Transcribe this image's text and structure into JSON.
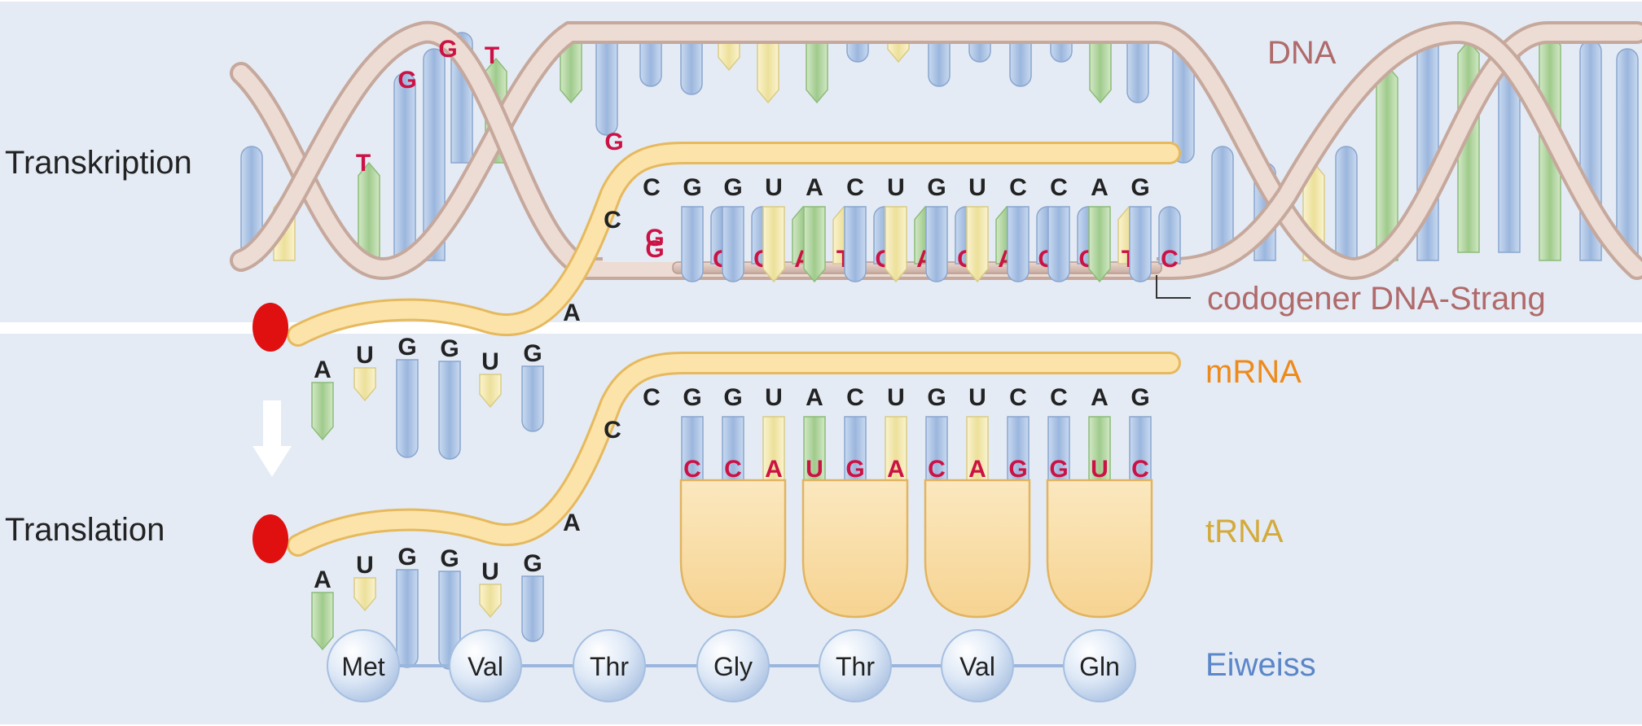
{
  "labels": {
    "transcription": "Transkription",
    "translation": "Translation",
    "dna": "DNA",
    "codogenic": "codogener DNA-Strang",
    "mrna": "mRNA",
    "trna": "tRNA",
    "protein": "Eiweiss"
  },
  "dna_top_loose": [
    "G",
    "G",
    "T",
    "T",
    "G"
  ],
  "transcription_mrna": {
    "bend": [
      "C",
      "G"
    ],
    "top": [
      "C",
      "G",
      "G",
      "U",
      "A",
      "C",
      "U",
      "G",
      "U",
      "C",
      "C",
      "A",
      "G"
    ],
    "left": [
      "A",
      "U",
      "G",
      "G",
      "U",
      "G",
      "A"
    ]
  },
  "codogenic_bases": [
    "C",
    "C",
    "A",
    "T",
    "G",
    "A",
    "C",
    "A",
    "G",
    "G",
    "T",
    "C"
  ],
  "translation_mrna": {
    "bend": [
      "C"
    ],
    "top": [
      "C",
      "G",
      "G",
      "U",
      "A",
      "C",
      "U",
      "G",
      "U",
      "C",
      "C",
      "A",
      "G"
    ],
    "left": [
      "A",
      "U",
      "G",
      "G",
      "U",
      "G",
      "A"
    ]
  },
  "anticodons": [
    "C",
    "C",
    "A",
    "U",
    "G",
    "A",
    "C",
    "A",
    "G",
    "G",
    "U",
    "C"
  ],
  "amino_acids": [
    "Met",
    "Val",
    "Thr",
    "Gly",
    "Thr",
    "Val",
    "Gln"
  ],
  "colors": {
    "panel": "#e4ebf5",
    "helix": "#d8c3bb",
    "rna": "#fbe3a9",
    "blue_base": "#a9c2e3",
    "green_base": "#b6d8a4",
    "yellow_base": "#f6eab1",
    "red_cap": "#e01010",
    "base_red": "#cc1244",
    "dna_label": "#b06a6a",
    "mrna_label": "#ee8a1a",
    "trna_label": "#d4aa3a",
    "protein_label": "#5b86c8"
  }
}
